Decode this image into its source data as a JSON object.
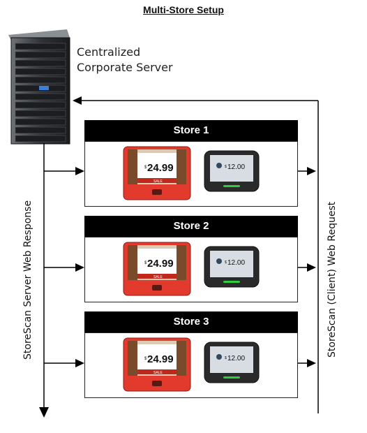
{
  "title": "Multi-Store Setup",
  "server": {
    "label_line1": "Centralized",
    "label_line2": "Corporate Server"
  },
  "left_flow_label": "StoreScan Server Web Response",
  "right_flow_label": "StoreScan (Client) Web Request",
  "stores": [
    {
      "name": "Store 1",
      "red_price": "24.99",
      "red_price_currency": "$",
      "red_badge": "SALE",
      "dark_price": "12.00",
      "dark_price_currency": "$"
    },
    {
      "name": "Store 2",
      "red_price": "24.99",
      "red_price_currency": "$",
      "red_badge": "SALE",
      "dark_price": "12.00",
      "dark_price_currency": "$"
    },
    {
      "name": "Store 3",
      "red_price": "24.99",
      "red_price_currency": "$",
      "red_badge": "SALE",
      "dark_price": "12.00",
      "dark_price_currency": "$"
    }
  ],
  "colors": {
    "header": "#000000",
    "arrow": "#000000",
    "red_device": "#e23b2e",
    "dark_device": "#2a2a2a",
    "led_green": "#2ecc40"
  }
}
